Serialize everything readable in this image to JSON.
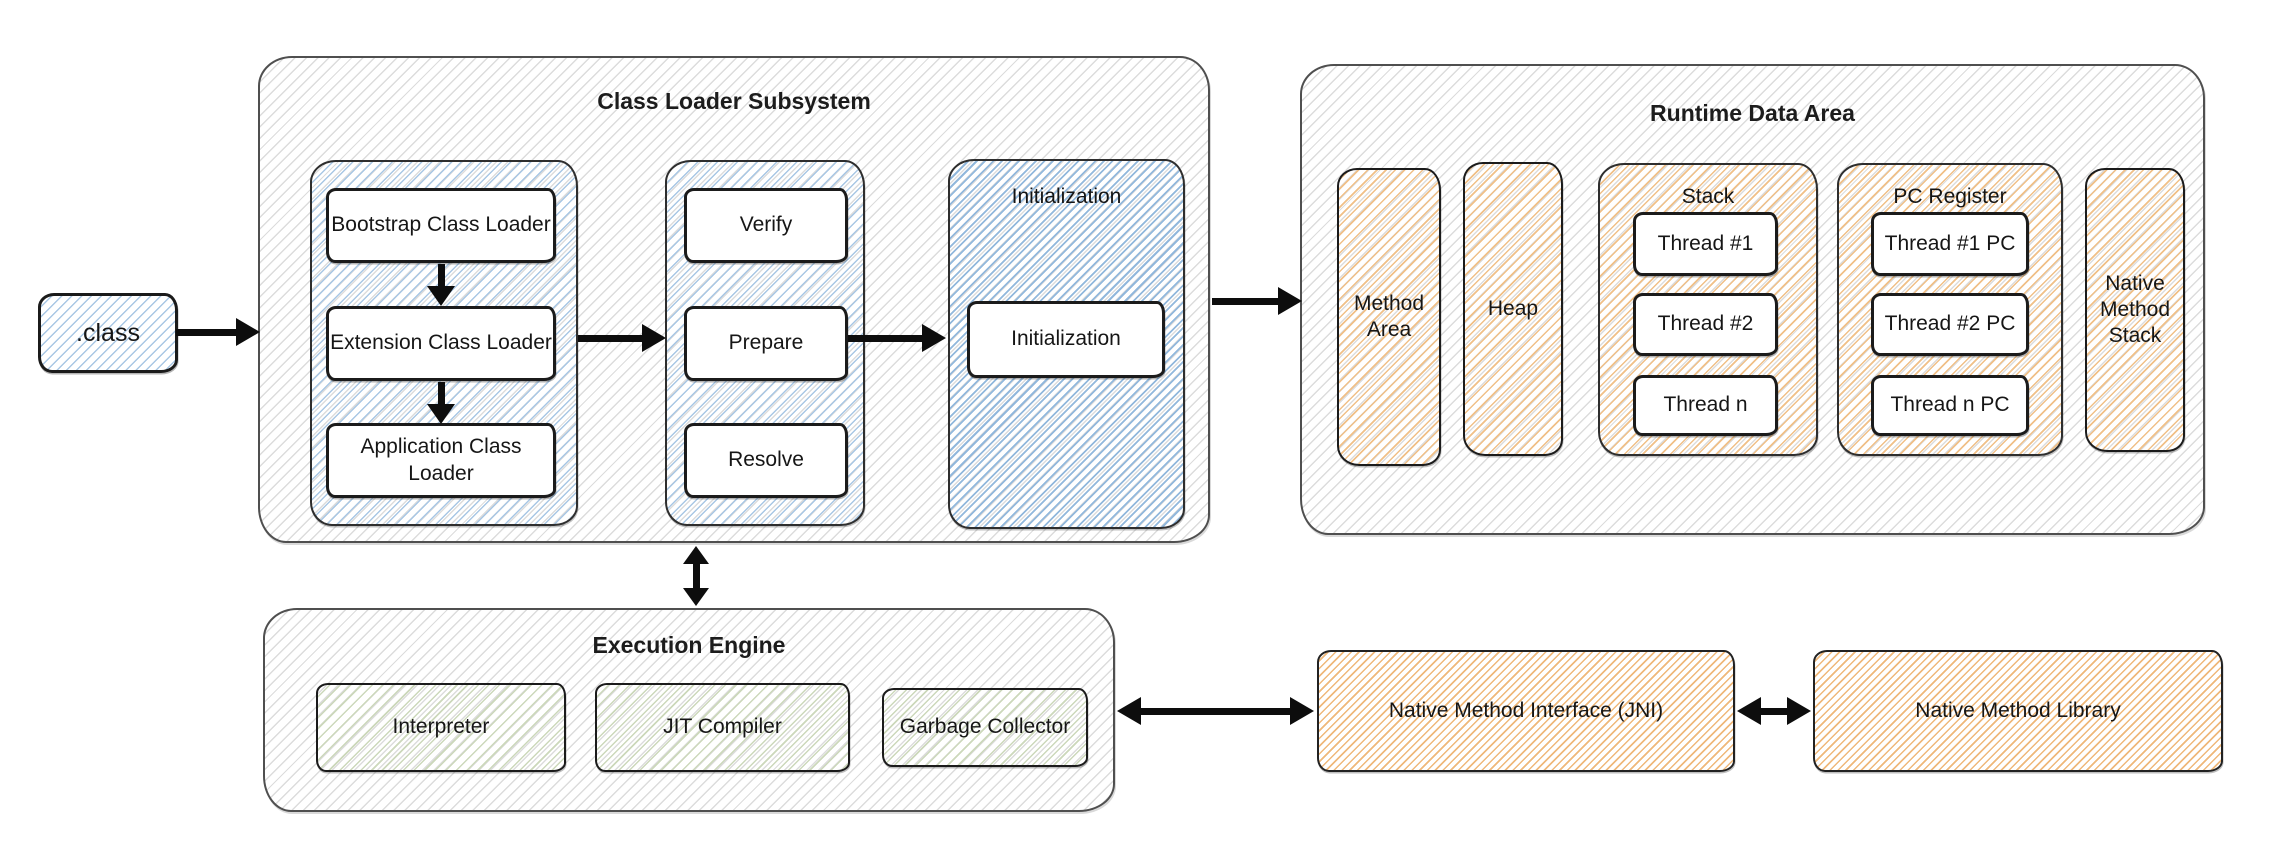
{
  "palette": {
    "hatch-gray": "#dcdcdc",
    "hatch-blue": "#a9c7e4",
    "hatch-blue-dense": "#92b8dc",
    "hatch-orange": "#f0c088",
    "hatch-orange-dense": "#efb87a",
    "hatch-green": "#ccd8bb",
    "stroke-dark": "#1b1b1b",
    "stroke-container": "#4f4f4f",
    "arrow": "#0d0d0d",
    "text": "#161616"
  },
  "class_file": {
    "label": ".class"
  },
  "class_loader_subsystem": {
    "title": "Class Loader Subsystem",
    "loading": {
      "items": [
        "Bootstrap Class Loader",
        "Extension Class Loader",
        "Application Class Loader"
      ]
    },
    "linking": {
      "items": [
        "Verify",
        "Prepare",
        "Resolve"
      ]
    },
    "initialization": {
      "title": "Initialization",
      "box_label": "Initialization"
    }
  },
  "runtime_data_area": {
    "title": "Runtime Data Area",
    "method_area": {
      "label": "Method Area"
    },
    "heap": {
      "label": "Heap"
    },
    "stack": {
      "title": "Stack",
      "items": [
        "Thread #1",
        "Thread #2",
        "Thread n"
      ]
    },
    "pc_register": {
      "title": "PC Register",
      "items": [
        "Thread #1 PC",
        "Thread #2 PC",
        "Thread n PC"
      ]
    },
    "native_method_stack": {
      "label": "Native Method Stack"
    }
  },
  "execution_engine": {
    "title": "Execution Engine",
    "items": [
      "Interpreter",
      "JIT Compiler",
      "Garbage Collector"
    ]
  },
  "native_method_interface": {
    "label": "Native Method Interface (JNI)"
  },
  "native_method_library": {
    "label": "Native Method Library"
  }
}
